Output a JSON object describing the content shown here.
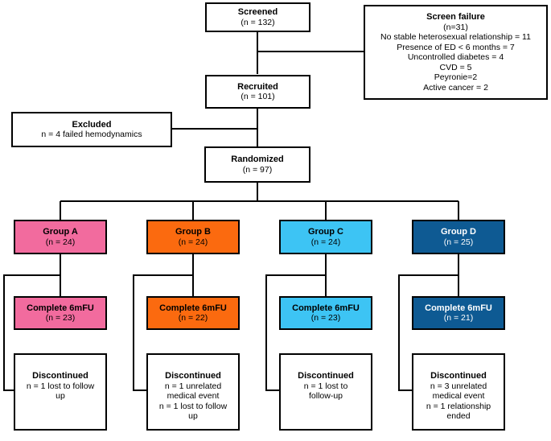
{
  "screened": {
    "title": "Screened",
    "count": "(n = 132)"
  },
  "screen_failure": {
    "title": "Screen failure",
    "count": "(n=31)",
    "reasons": [
      "No stable heterosexual relationship = 11",
      "Presence of ED < 6 months = 7",
      "Uncontrolled diabetes = 4",
      "CVD = 5",
      "Peyronie=2",
      "Active cancer = 2"
    ]
  },
  "recruited": {
    "title": "Recruited",
    "count": "(n = 101)"
  },
  "excluded": {
    "title": "Excluded",
    "detail": "n = 4 failed hemodynamics"
  },
  "randomized": {
    "title": "Randomized",
    "count": "(n = 97)"
  },
  "groups": [
    {
      "title": "Group A",
      "count": "(n = 24)",
      "color": "#f26b9e",
      "text_color": "#000000",
      "complete_title": "Complete 6mFU",
      "complete_count": "(n = 23)",
      "disc_title": "Discontinued",
      "disc_lines": [
        "n = 1 lost to follow",
        "up"
      ]
    },
    {
      "title": "Group B",
      "count": "(n = 24)",
      "color": "#fb6a0f",
      "text_color": "#000000",
      "complete_title": "Complete 6mFU",
      "complete_count": "(n = 22)",
      "disc_title": "Discontinued",
      "disc_lines": [
        "n = 1 unrelated",
        "medical event",
        "n = 1 lost to follow",
        "up"
      ]
    },
    {
      "title": "Group C",
      "count": "(n = 24)",
      "color": "#3dc4f4",
      "text_color": "#000000",
      "complete_title": "Complete 6mFU",
      "complete_count": "(n = 23)",
      "disc_title": "Discontinued",
      "disc_lines": [
        "n = 1 lost to",
        "follow-up"
      ]
    },
    {
      "title": "Group D",
      "count": "(n = 25)",
      "color": "#0e5a93",
      "text_color": "#ffffff",
      "complete_title": "Complete 6mFU",
      "complete_count": "(n = 21)",
      "disc_title": "Discontinued",
      "disc_lines": [
        "n = 3 unrelated",
        "medical event",
        "n = 1 relationship",
        "ended"
      ]
    }
  ]
}
